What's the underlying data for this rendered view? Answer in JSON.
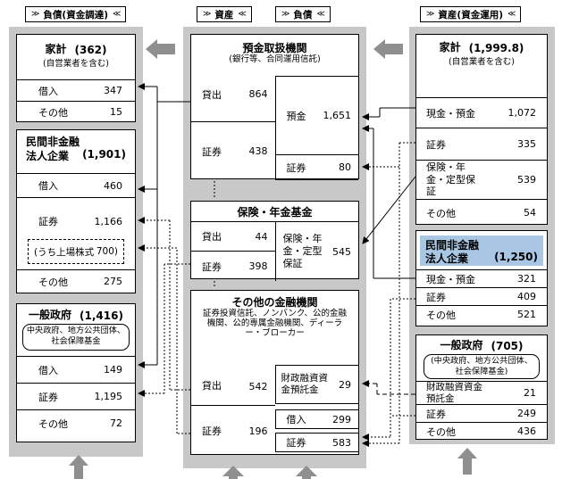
{
  "colors": {
    "band_gray": "#c8c8c8",
    "arrow_gray": "#8f8f8f",
    "highlight_blue": "#a9c6e3"
  },
  "icons": {
    "chevron_right": "≫",
    "chevron_left": "≪"
  },
  "flags": {
    "left": "負債(資金調達)",
    "mid_assets": "資産",
    "mid_liabilities": "負債",
    "right": "資産(資金運用)"
  },
  "left_column": {
    "household": {
      "title": "家計",
      "total": "(362)",
      "subtitle": "(自営業者を含む)",
      "rows": [
        {
          "label": "借入",
          "value": "347"
        },
        {
          "label": "その他",
          "value": "15"
        }
      ]
    },
    "corporations": {
      "title_line1": "民間非金融",
      "title_line2": "法人企業",
      "total": "(1,901)",
      "rows": [
        {
          "label": "借入",
          "value": "460"
        },
        {
          "label": "証券",
          "value": "1,166"
        }
      ],
      "note_label": "(うち上場株式",
      "note_value": "700)",
      "rows_b": [
        {
          "label": "その他",
          "value": "275"
        }
      ]
    },
    "government": {
      "title": "一般政府",
      "total": "(1,416)",
      "subtitle": "中央政府、地方公共団体、社会保障基金",
      "rows": [
        {
          "label": "借入",
          "value": "149"
        },
        {
          "label": "証券",
          "value": "1,195"
        },
        {
          "label": "その他",
          "value": "72"
        }
      ]
    }
  },
  "middle_column": {
    "depository": {
      "title": "預金取扱機関",
      "subtitle": "(銀行等、合同運用信託)",
      "assets": [
        {
          "label": "貸出",
          "value": "864"
        },
        {
          "label": "証券",
          "value": "438"
        }
      ],
      "liabilities": [
        {
          "label": "預金",
          "value": "1,651"
        },
        {
          "label": "証券",
          "value": "80"
        }
      ]
    },
    "insurance_pension": {
      "title": "保険・年金基金",
      "assets": [
        {
          "label": "貸出",
          "value": "44"
        },
        {
          "label": "証券",
          "value": "398"
        }
      ],
      "liabilities": [
        {
          "label": "保険・年金・定型保証",
          "value": "545"
        }
      ]
    },
    "other_financial": {
      "title": "その他の金融機関",
      "subtitle": "証券投資信託、ノンバンク、公的金融機関、公的専属金融機関、ディーラー・ブローカー",
      "assets": [
        {
          "label": "貸出",
          "value": "542"
        },
        {
          "label": "証券",
          "value": "196"
        }
      ],
      "liabilities": [
        {
          "label": "財政融資資金預託金",
          "value": "29"
        },
        {
          "label": "借入",
          "value": "299"
        },
        {
          "label": "証券",
          "value": "583"
        }
      ]
    }
  },
  "right_column": {
    "household": {
      "title": "家計",
      "total": "(1,999.8)",
      "subtitle": "(自営業者を含む)",
      "rows": [
        {
          "label": "現金・預金",
          "value": "1,072"
        },
        {
          "label": "証券",
          "value": "335"
        },
        {
          "label": "保険・年金・定型保証",
          "value": "539"
        },
        {
          "label": "その他",
          "value": "54"
        }
      ]
    },
    "corporations": {
      "title_line1": "民間非金融",
      "title_line2": "法人企業",
      "total": "(1,250)",
      "rows": [
        {
          "label": "現金・預金",
          "value": "321"
        },
        {
          "label": "証券",
          "value": "409"
        },
        {
          "label": "その他",
          "value": "521"
        }
      ]
    },
    "government": {
      "title": "一般政府",
      "total": "(705)",
      "subtitle": "(中央政府、地方公共団体、社会保障基金)",
      "rows": [
        {
          "label": "財政融資資金預託金",
          "value": "21"
        },
        {
          "label": "証券",
          "value": "249"
        },
        {
          "label": "その他",
          "value": "436"
        }
      ]
    }
  }
}
